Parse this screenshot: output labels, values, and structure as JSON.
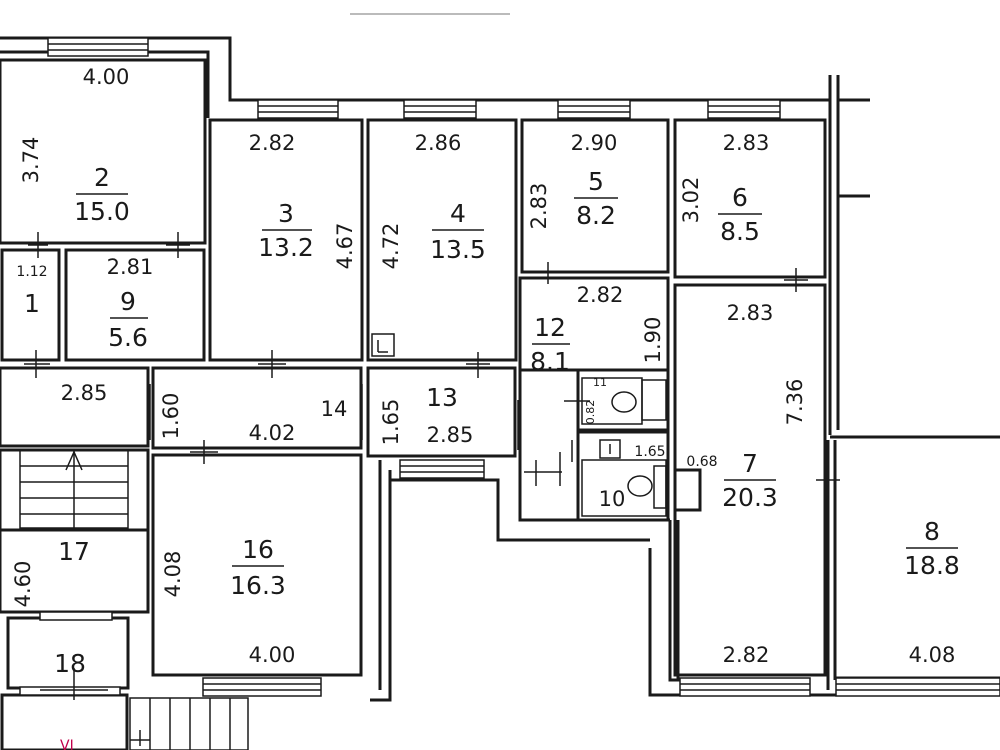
{
  "rooms": [
    {
      "no": "2",
      "area": "15.0",
      "w": "4.00",
      "h": "3.74"
    },
    {
      "no": "3",
      "area": "13.2",
      "w": "2.82",
      "h": "4.67"
    },
    {
      "no": "4",
      "area": "13.5",
      "w": "2.86",
      "h": "4.72"
    },
    {
      "no": "5",
      "area": "8.2",
      "w": "2.90",
      "h": "2.83"
    },
    {
      "no": "6",
      "area": "8.5",
      "w": "2.83",
      "h": "3.02"
    },
    {
      "no": "1",
      "w": "1.12"
    },
    {
      "no": "9",
      "area": "5.6",
      "w": "2.81"
    },
    {
      "no": "12",
      "area": "8.1",
      "w": "2.82",
      "h": "1.90"
    },
    {
      "no": "7",
      "area": "20.3",
      "w": "2.83",
      "h": "7.36",
      "w2": "2.82",
      "d": "0.68"
    },
    {
      "no": "14",
      "w": "4.02",
      "h": "1.60",
      "x": "2.85"
    },
    {
      "no": "13",
      "w": "2.85",
      "h": "1.65"
    },
    {
      "no": "11",
      "d": "0.82"
    },
    {
      "no": "10",
      "d": "1.65"
    },
    {
      "no": "8",
      "area": "18.8",
      "w": "4.08"
    },
    {
      "no": "16",
      "area": "16.3",
      "w": "4.00",
      "h": "4.08"
    },
    {
      "no": "17",
      "h": "4.60"
    },
    {
      "no": "18"
    }
  ],
  "marks": {
    "bottom_left": "VI"
  }
}
